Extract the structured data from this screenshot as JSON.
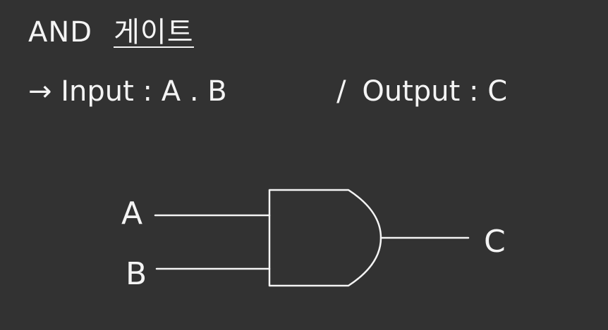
{
  "title": {
    "gate_name": "AND",
    "korean_label": "게이트"
  },
  "io": {
    "arrow": "→",
    "input_label": "Input",
    "input_colon": ":",
    "input_values": "A . B",
    "separator": "/",
    "output_label": "Output",
    "output_colon": ":",
    "output_value": "C"
  },
  "diagram": {
    "gate_type": "AND",
    "input_a_label": "A",
    "input_b_label": "B",
    "output_label": "C"
  }
}
